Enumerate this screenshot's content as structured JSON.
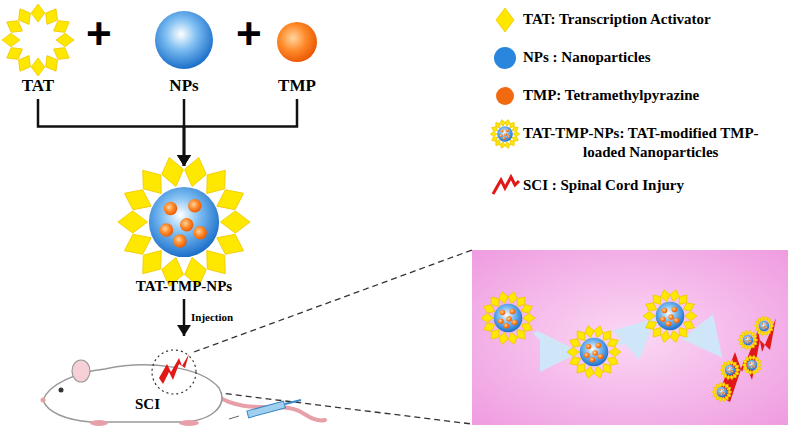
{
  "diagram": {
    "nodes": [
      {
        "text": [
          "TAT"
        ]
      },
      {
        "text": [
          "NPs"
        ]
      },
      {
        "text": [
          "TMP"
        ]
      },
      {
        "text": [
          "TAT-TMP-NPs"
        ]
      },
      {
        "text": [
          "SCI"
        ]
      }
    ],
    "edges": [
      {
        "from": 0,
        "to": 3,
        "arrow": "to"
      },
      {
        "from": 1,
        "to": 3,
        "arrow": "to"
      },
      {
        "from": 2,
        "to": 3,
        "arrow": "to"
      },
      {
        "from": 3,
        "to": 4,
        "arrow": "to",
        "label": "Injection"
      }
    ],
    "labels": [
      "+",
      "+"
    ],
    "legend": [
      {
        "text": "TAT: Transcription Activator",
        "color": "#ffe800"
      },
      {
        "text": "NPs : Nanoparticles",
        "color": "#2a86dc"
      },
      {
        "text": "TMP: Tetramethylpyrazine",
        "color": "#f26a10"
      },
      {
        "text": "TAT-TMP-NPs: TAT-modified TMP-loaded Nanoparticles"
      },
      {
        "text": "SCI : Spinal Cord Injury"
      }
    ]
  }
}
